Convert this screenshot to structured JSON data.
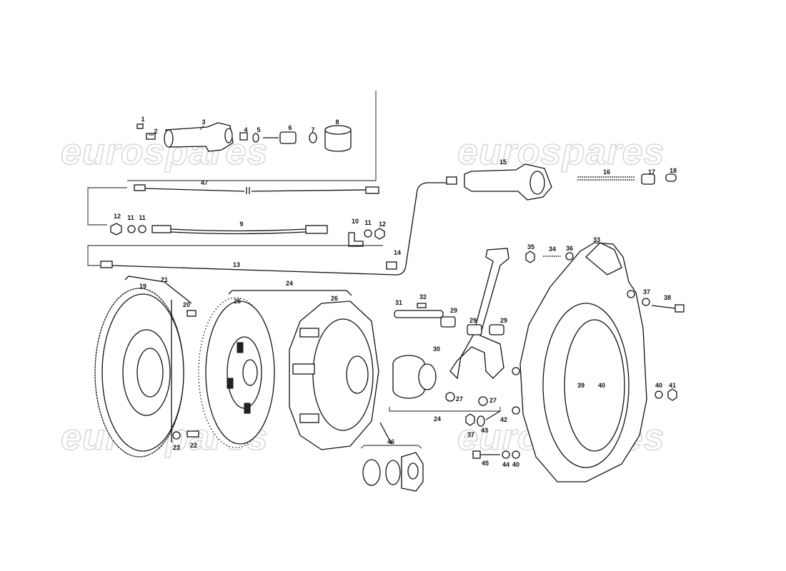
{
  "watermark": "eurospares",
  "callouts": {
    "c1": "1",
    "c2": "2",
    "c3": "3",
    "c4": "4",
    "c5": "5",
    "c6": "6",
    "c7": "7",
    "c8": "8",
    "c9": "9",
    "c10": "10",
    "c11a": "11",
    "c11b": "11",
    "c11c": "11",
    "c12a": "12",
    "c12b": "12",
    "c13": "13",
    "c14": "14",
    "c15": "15",
    "c16": "16",
    "c17": "17",
    "c18": "18",
    "c19": "19",
    "c20": "20",
    "c21": "21",
    "c22": "22",
    "c23": "23",
    "c24a": "24",
    "c24b": "24",
    "c25": "25",
    "c26": "26",
    "c27a": "27",
    "c27b": "27",
    "c29a": "29",
    "c29b": "29",
    "c29c": "29",
    "c30": "30",
    "c31": "31",
    "c32": "32",
    "c33": "33",
    "c34": "34",
    "c35": "35",
    "c36": "36",
    "c37a": "37",
    "c37b": "37",
    "c38": "38",
    "c39": "39",
    "c40a": "40",
    "c40b": "40",
    "c40c": "40",
    "c41": "41",
    "c42": "42",
    "c43": "43",
    "c44": "44",
    "c45": "45",
    "c46": "46",
    "c47": "47"
  }
}
